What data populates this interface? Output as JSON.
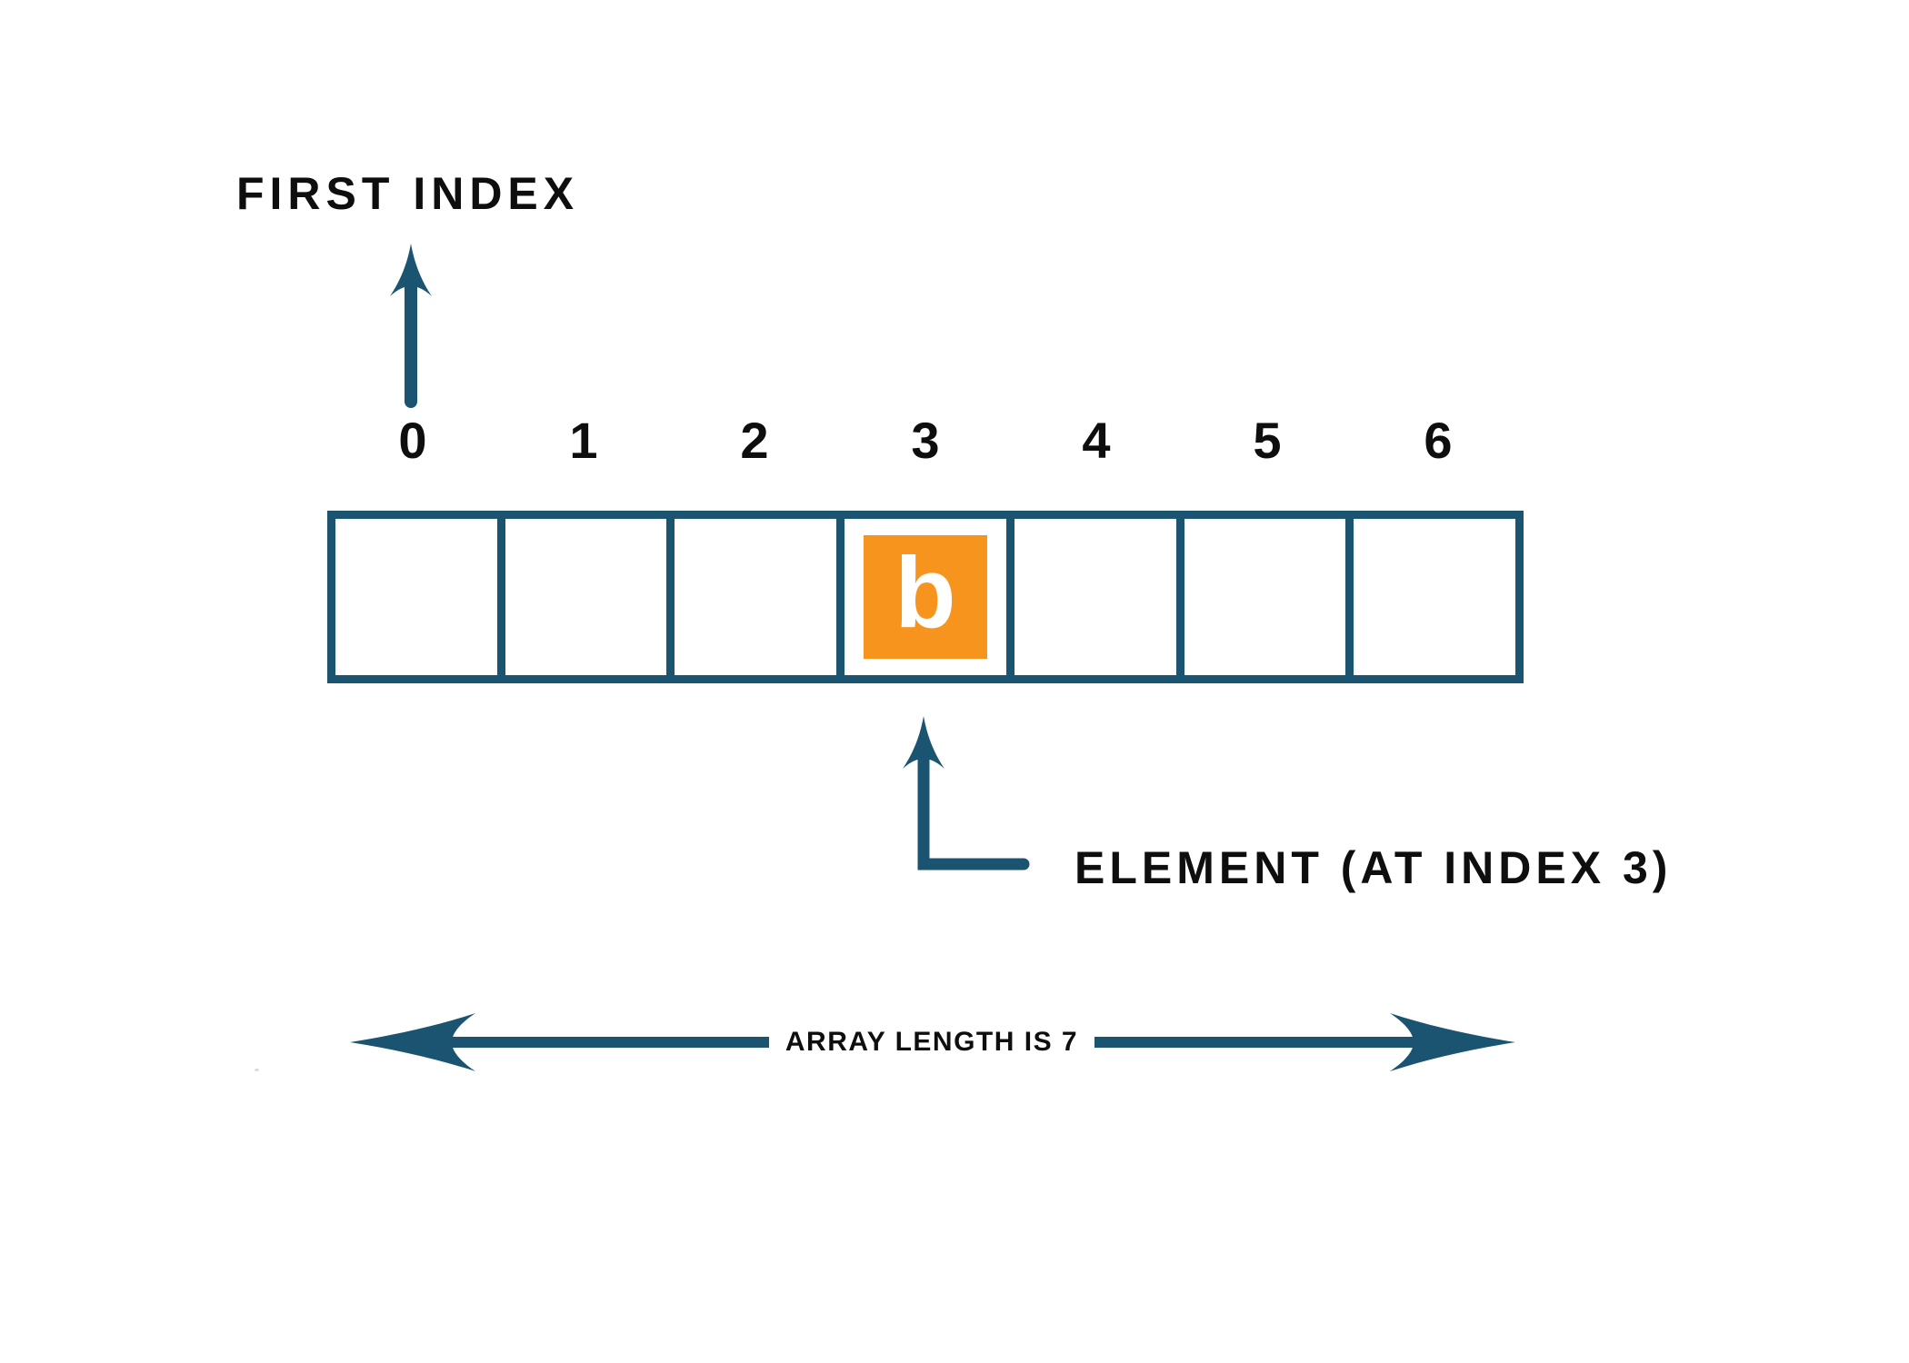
{
  "diagram": {
    "first_index_label": "FIRST INDEX",
    "element_label": "ELEMENT (AT INDEX 3)",
    "length_label": "ARRAY LENGTH IS 7",
    "array": {
      "indices": [
        "0",
        "1",
        "2",
        "3",
        "4",
        "5",
        "6"
      ],
      "cells": [
        {
          "index": 0,
          "value": "",
          "highlighted": false
        },
        {
          "index": 1,
          "value": "",
          "highlighted": false
        },
        {
          "index": 2,
          "value": "",
          "highlighted": false
        },
        {
          "index": 3,
          "value": "b",
          "highlighted": true
        },
        {
          "index": 4,
          "value": "",
          "highlighted": false
        },
        {
          "index": 5,
          "value": "",
          "highlighted": false
        },
        {
          "index": 6,
          "value": "",
          "highlighted": false
        }
      ],
      "length": 7
    },
    "colors": {
      "teal": "#1A5470",
      "orange": "#F7941E",
      "text": "#0e0e0e",
      "cell_value_text": "#FFFFFF"
    }
  }
}
